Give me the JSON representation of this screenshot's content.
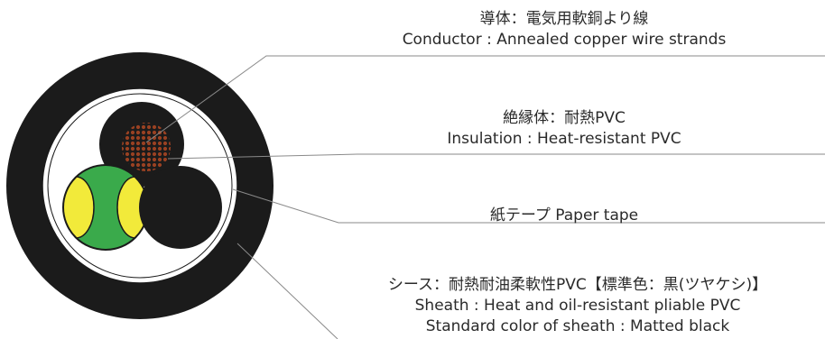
{
  "labels": {
    "conductor": {
      "jp": "導体：電気用軟銅より線",
      "en": "Conductor : Annealed copper wire strands"
    },
    "insulation": {
      "jp": "絶縁体：耐熱PVC",
      "en": "Insulation : Heat-resistant PVC"
    },
    "paper_tape": {
      "text": "紙テープ  Paper tape"
    },
    "sheath": {
      "jp": "シース：耐熱耐油柔軟性PVC【標準色：黒(ツヤケシ)】",
      "en": "Sheath : Heat and oil-resistant pliable PVC",
      "en2": "Standard color of sheath : Matted black"
    }
  },
  "colors": {
    "sheath": "#1b1b1b",
    "paper_tape": "#ffffff",
    "core_black": "#1b1b1b",
    "copper": "#8b3a1e",
    "earth_green": "#3aaa4b",
    "earth_yellow": "#f2ea3a",
    "leader_line": "#8a8a8a"
  }
}
